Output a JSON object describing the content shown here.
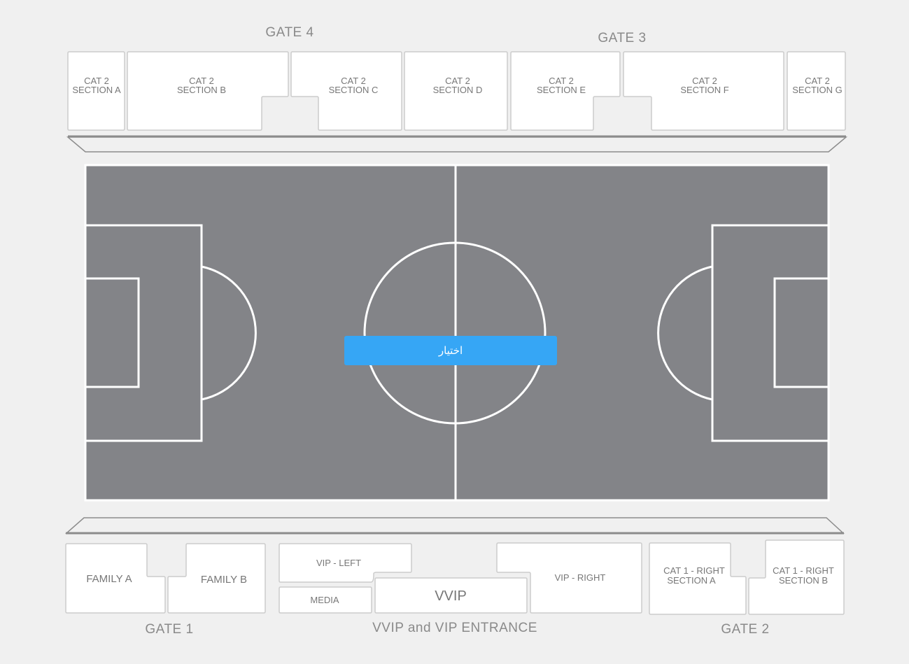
{
  "gates": {
    "gate4": "GATE 4",
    "gate3": "GATE 3",
    "gate1": "GATE 1",
    "gate2": "GATE 2",
    "vvip_entrance": "VVIP and VIP ENTRANCE"
  },
  "top_sections": [
    {
      "line1": "CAT 2",
      "line2": "SECTION A"
    },
    {
      "line1": "CAT 2",
      "line2": "SECTION B"
    },
    {
      "line1": "CAT 2",
      "line2": "SECTION C"
    },
    {
      "line1": "CAT 2",
      "line2": "SECTION D"
    },
    {
      "line1": "CAT 2",
      "line2": "SECTION E"
    },
    {
      "line1": "CAT 2",
      "line2": "SECTION F"
    },
    {
      "line1": "CAT 2",
      "line2": "SECTION G"
    }
  ],
  "bottom_sections": {
    "family_a": "FAMILY A",
    "family_b": "FAMILY B",
    "vip_left": "VIP - LEFT",
    "media": "MEDIA",
    "vvip": "VVIP",
    "vip_right": "VIP - RIGHT",
    "cat1_right_a": {
      "line1": "CAT 1 - RIGHT",
      "line2": "SECTION A"
    },
    "cat1_right_b": {
      "line1": "CAT 1 - RIGHT",
      "line2": "SECTION B"
    }
  },
  "select_button": "اختيار",
  "colors": {
    "pitch": "#838488",
    "lines": "#ffffff",
    "button": "#36a6f5",
    "section_fill": "#ffffff",
    "section_border": "#cccccc",
    "label_text": "#8a8a8a"
  }
}
